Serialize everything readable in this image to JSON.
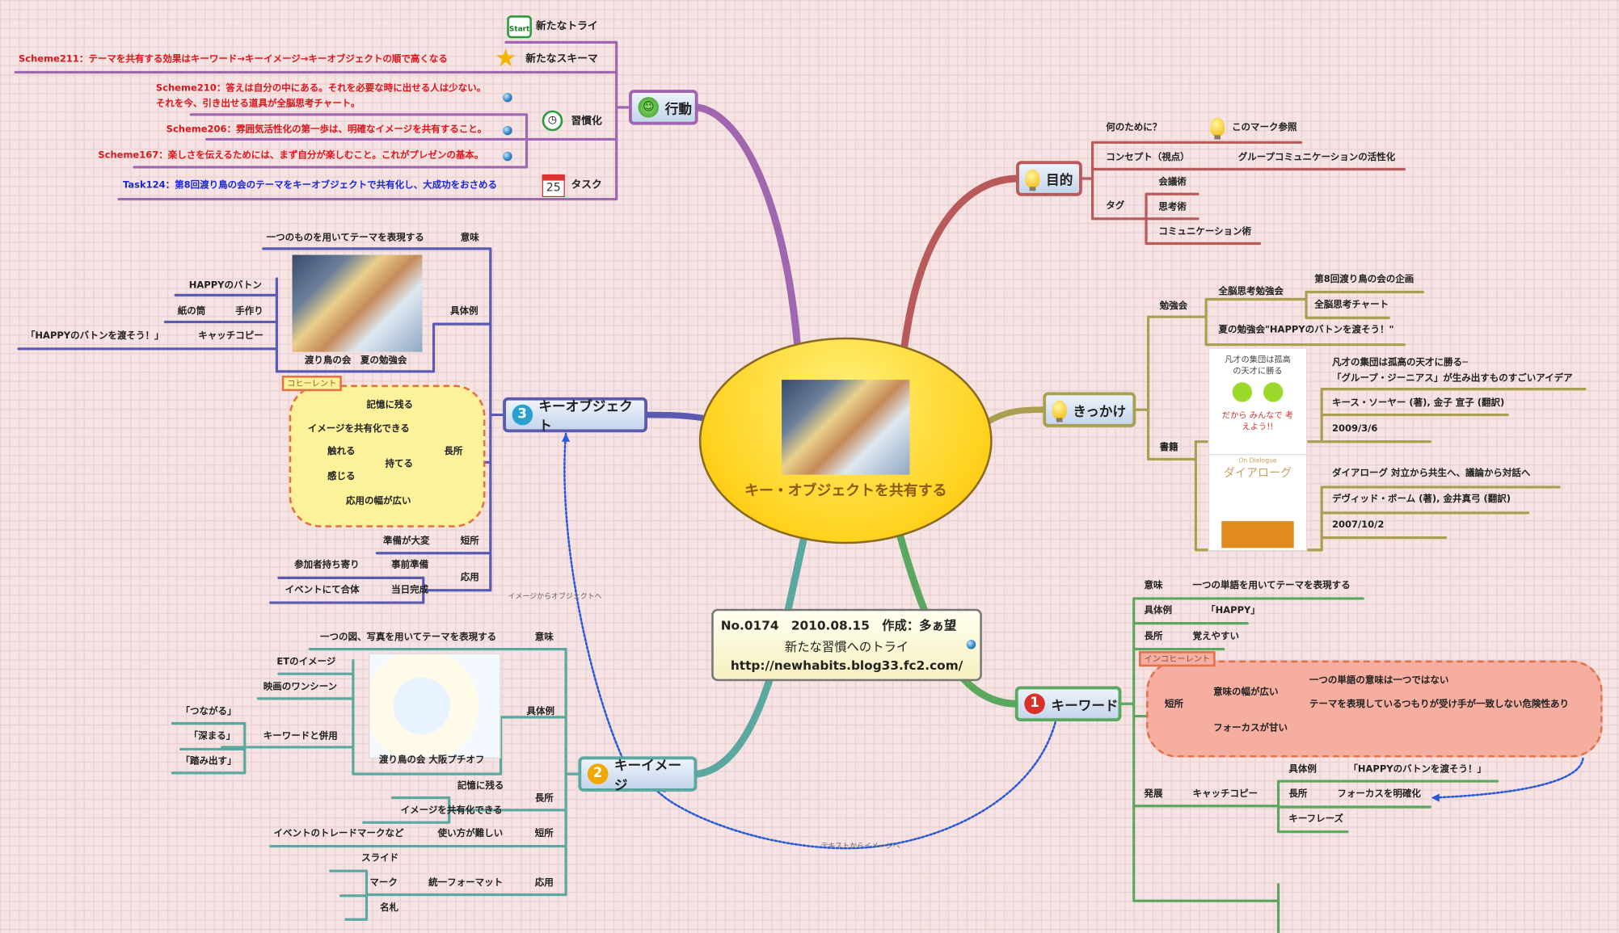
{
  "colors": {
    "action": "#a066b0",
    "purpose": "#b85a5a",
    "trigger": "#a8a050",
    "keyword": "#5aa860",
    "keyimage": "#5aa8a0",
    "keyobject": "#5a5ab0",
    "center": "#ffd630",
    "background": "#f6e3e3"
  },
  "center": {
    "title": "キー・オブジェクトを共有する",
    "image": "photo"
  },
  "note": {
    "line1": "No.0174　2010.08.15　作成：多ぁ望",
    "line2": "新たな習慣へのトライ",
    "url": "http://newhabits.blog33.fc2.com/",
    "icon": "globe-icon"
  },
  "action": {
    "label": "行動",
    "icon": "smiley-icon",
    "new_try": {
      "label": "新たなトライ",
      "icon": "start-icon"
    },
    "new_schema": {
      "label": "新たなスキーマ",
      "icon": "star-icon",
      "item": {
        "id": "Scheme211",
        "text": "：テーマを共有する効果はキーワード→キーイメージ→キーオブジェクトの順で高くなる"
      }
    },
    "habit": {
      "label": "習慣化",
      "icon": "clock-icon",
      "items": [
        {
          "id": "Scheme210",
          "text": "：答えは自分の中にある。それを必要な時に出せる人は少ない。",
          "text2": "それを今、引き出せる道具が全脳思考チャート。"
        },
        {
          "id": "Scheme206",
          "text": "：雰囲気活性化の第一歩は、明確なイメージを共有すること。"
        },
        {
          "id": "Scheme167",
          "text": "：楽しさを伝えるためには、まず自分が楽しむこと。これがプレゼンの基本。"
        }
      ]
    },
    "task": {
      "label": "タスク",
      "icon": "calendar-icon",
      "calendar_day": "25",
      "item": {
        "id": "Task124",
        "text": "：第8回渡り鳥の会のテーマをキーオブジェクトで共有化し、大成功をおさめる"
      }
    }
  },
  "purpose": {
    "label": "目的",
    "icon": "lightbulb-icon",
    "why": "何のために？",
    "why_value": "このマーク参照",
    "concept": "コンセプト（視点）",
    "concept_value": "グループコミュニケーションの活性化",
    "tag": "タグ",
    "tags": [
      "会議術",
      "思考術",
      "コミュニケーション術"
    ]
  },
  "trigger": {
    "label": "きっかけ",
    "icon": "lightbulb-icon",
    "study": "勉強会",
    "study_sub": "全脳思考勉強会",
    "study_items": [
      "第8回渡り鳥の会の企画",
      "全脳思考チャート"
    ],
    "summer": "夏の勉強会\"HAPPYのバトンを渡そう！\"",
    "books_label": "書籍",
    "books": [
      {
        "cover_title": "凡才の集団は孤高の天才に勝る",
        "cover_sub": "だから みんなで 考えよう!!",
        "title1": "凡才の集団は孤高の天才に勝る─",
        "title2": "「グループ・ジーニアス」が生み出すものすごいアイデア",
        "author": "キース・ソーヤー (著), 金子 宣子 (翻訳)",
        "date": "2009/3/6"
      },
      {
        "cover_title": "ダイアローグ",
        "cover_en": "On Dialogue",
        "title1": "ダイアローグ 対立から共生へ、議論から対話へ",
        "author": "デヴィッド・ボーム (著), 金井真弓 (翻訳)",
        "date": "2007/10/2"
      }
    ]
  },
  "keyword": {
    "label": "キーワード",
    "number": "1",
    "meaning": "意味",
    "meaning_value": "一つの単語を用いてテーマを表現する",
    "example": "具体例",
    "example_value": "「HAPPY」",
    "merit": "長所",
    "merit_value": "覚えやすい",
    "cloud_tag": "インコヒーレント",
    "demerit": "短所",
    "demerit_a": "意味の幅が広い",
    "demerit_a_items": [
      "一つの単語の意味は一つではない",
      "テーマを表現しているつもりが受け手が一致しない危険性あり"
    ],
    "demerit_b": "フォーカスが甘い",
    "develop": "発展",
    "catch": "キャッチコピー",
    "catch_example": "具体例",
    "catch_example_value": "「HAPPYのバトンを渡そう！」",
    "catch_merit": "長所",
    "catch_merit_value": "フォーカスを明確化",
    "keyphrase": "キーフレーズ"
  },
  "keyimage": {
    "label": "キーイメージ",
    "number": "2",
    "meaning": "意味",
    "meaning_value": "一つの図、写真を用いてテーマを表現する",
    "example": "具体例",
    "image_caption": "渡り鳥の会 大阪プチオフ",
    "examples": [
      "ETのイメージ",
      "映画のワンシーン"
    ],
    "with_keyword": "キーワードと併用",
    "with_keyword_items": [
      "「つながる」",
      "「深まる」",
      "「踏み出す」"
    ],
    "merit": "長所",
    "merits": [
      "記憶に残る",
      "イメージを共有化できる"
    ],
    "demerit": "短所",
    "demerit_value": "使い方が難しい",
    "demerit_detail": "イベントのトレードマークなど",
    "apply": "応用",
    "apply_value": "統一フォーマット",
    "apply_items": [
      "スライド",
      "マーク",
      "名札"
    ]
  },
  "keyobject": {
    "label": "キーオブジェクト",
    "number": "3",
    "meaning": "意味",
    "meaning_value": "一つのものを用いてテーマを表現する",
    "example": "具体例",
    "image_caption": "渡り鳥の会　夏の勉強会",
    "baton": "HAPPYのバトン",
    "handmade": "手作り",
    "handmade_value": "紙の筒",
    "catch": "キャッチコピー",
    "catch_value": "「HAPPYのバトンを渡そう！」",
    "cloud_tag": "コヒーレント",
    "merit": "長所",
    "merits": [
      "記憶に残る",
      "イメージを共有化できる",
      "応用の幅が広い"
    ],
    "holdable": "持てる",
    "holdable_items": [
      "触れる",
      "感じる"
    ],
    "demerit": "短所",
    "demerit_value": "準備が大変",
    "apply": "応用",
    "apply_items": [
      {
        "label": "事前準備",
        "value": "参加者持ち寄り"
      },
      {
        "label": "当日完成",
        "value": "イベントにて合体"
      }
    ]
  },
  "relations": {
    "text_to_image": "テキストからイメージへ",
    "image_to_object": "イメージからオブジェクトへ"
  }
}
